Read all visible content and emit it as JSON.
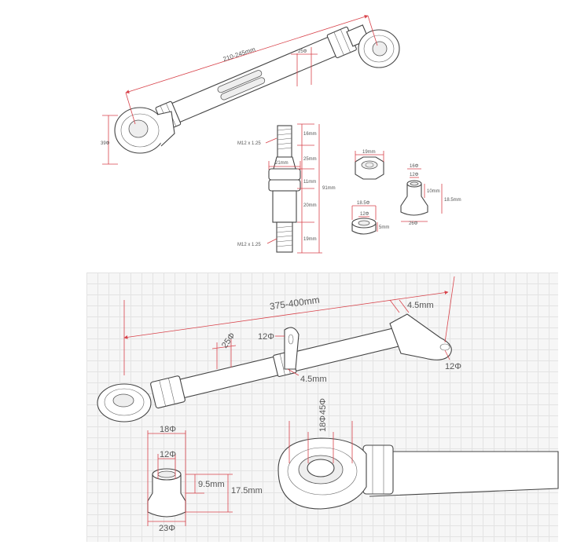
{
  "top_panel": {
    "rod_length": "210-245mm",
    "rod_diameter": "25Φ",
    "eye_diameter": "39Φ",
    "bolt": {
      "thread_top": "M12 x 1.25",
      "thread_bottom": "M12 x 1.25",
      "flange_width": "21mm",
      "seg_16": "16mm",
      "seg_25": "25mm",
      "seg_11": "11mm",
      "seg_20": "20mm",
      "seg_19": "19mm",
      "total": "91mm"
    },
    "nut_width": "19mm",
    "washer": {
      "outer": "18.5Φ",
      "inner": "12Φ",
      "thickness": "5mm"
    },
    "spacer": {
      "top": "16Φ",
      "inner": "12Φ",
      "height_small": "10mm",
      "height_total": "18.5mm",
      "bottom": "26Φ"
    }
  },
  "bottom_panel": {
    "rod_length": "375-400mm",
    "bracket_thickness_top": "4.5mm",
    "bracket_thickness_mid": "4.5mm",
    "rod_diameter": "25Φ",
    "mount_hole_1": "12Φ",
    "mount_hole_2": "12Φ",
    "spacer": {
      "top": "18Φ",
      "inner": "12Φ",
      "height_small": "9.5mm",
      "height_total": "17.5mm",
      "bottom": "23Φ"
    },
    "eye": {
      "outer": "45Φ",
      "inner": "18Φ"
    }
  }
}
